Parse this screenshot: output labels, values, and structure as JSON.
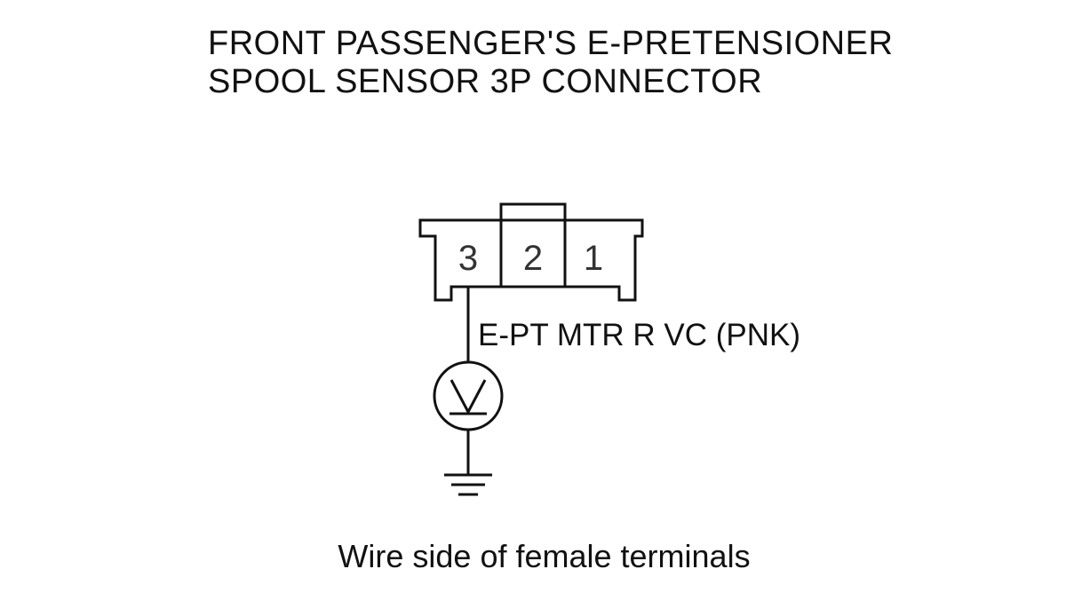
{
  "title": {
    "line1": "FRONT PASSENGER'S E-PRETENSIONER",
    "line2": "SPOOL SENSOR 3P CONNECTOR"
  },
  "connector": {
    "terminals": [
      {
        "number": "3"
      },
      {
        "number": "2"
      },
      {
        "number": "1"
      }
    ]
  },
  "wire": {
    "label": "E-PT MTR R VC (PNK)"
  },
  "meter": {
    "symbol": "V"
  },
  "caption": "Wire side of female terminals",
  "colors": {
    "line": "#111111",
    "text": "#111111",
    "background": "#ffffff"
  },
  "icons": {
    "meter": "voltmeter-icon",
    "ground": "ground-icon"
  }
}
